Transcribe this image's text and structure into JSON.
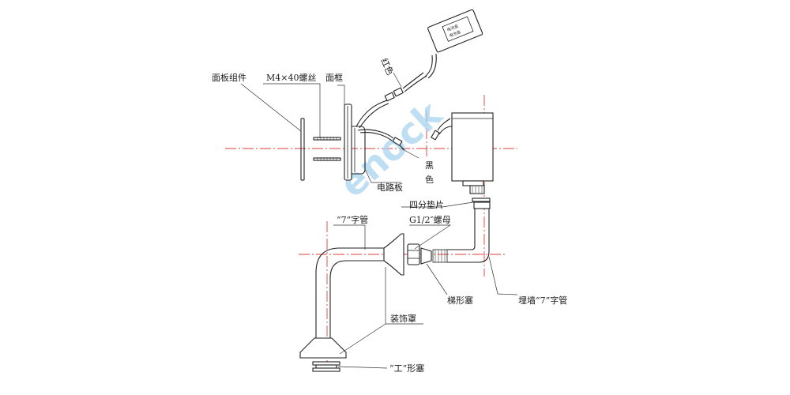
{
  "labels": {
    "panel_assembly": "面板组件",
    "screw": "M4×40螺丝",
    "frame": "面框",
    "red_wire": "红色",
    "black_wire_1": "黑",
    "black_wire_2": "色",
    "circuit_board": "电路板",
    "gasket": "四分垫片",
    "nut": "G1/2″螺母",
    "pipe_7": "“7”字管",
    "ladder_plug": "梯形塞",
    "wall_pipe_7": "埋墙“7”字管",
    "deco_cover": "装饰罩",
    "i_plug": "“工”形塞"
  },
  "box_text": {
    "line1": "电池盒",
    "line2": "电池盒"
  },
  "watermark": "enock"
}
